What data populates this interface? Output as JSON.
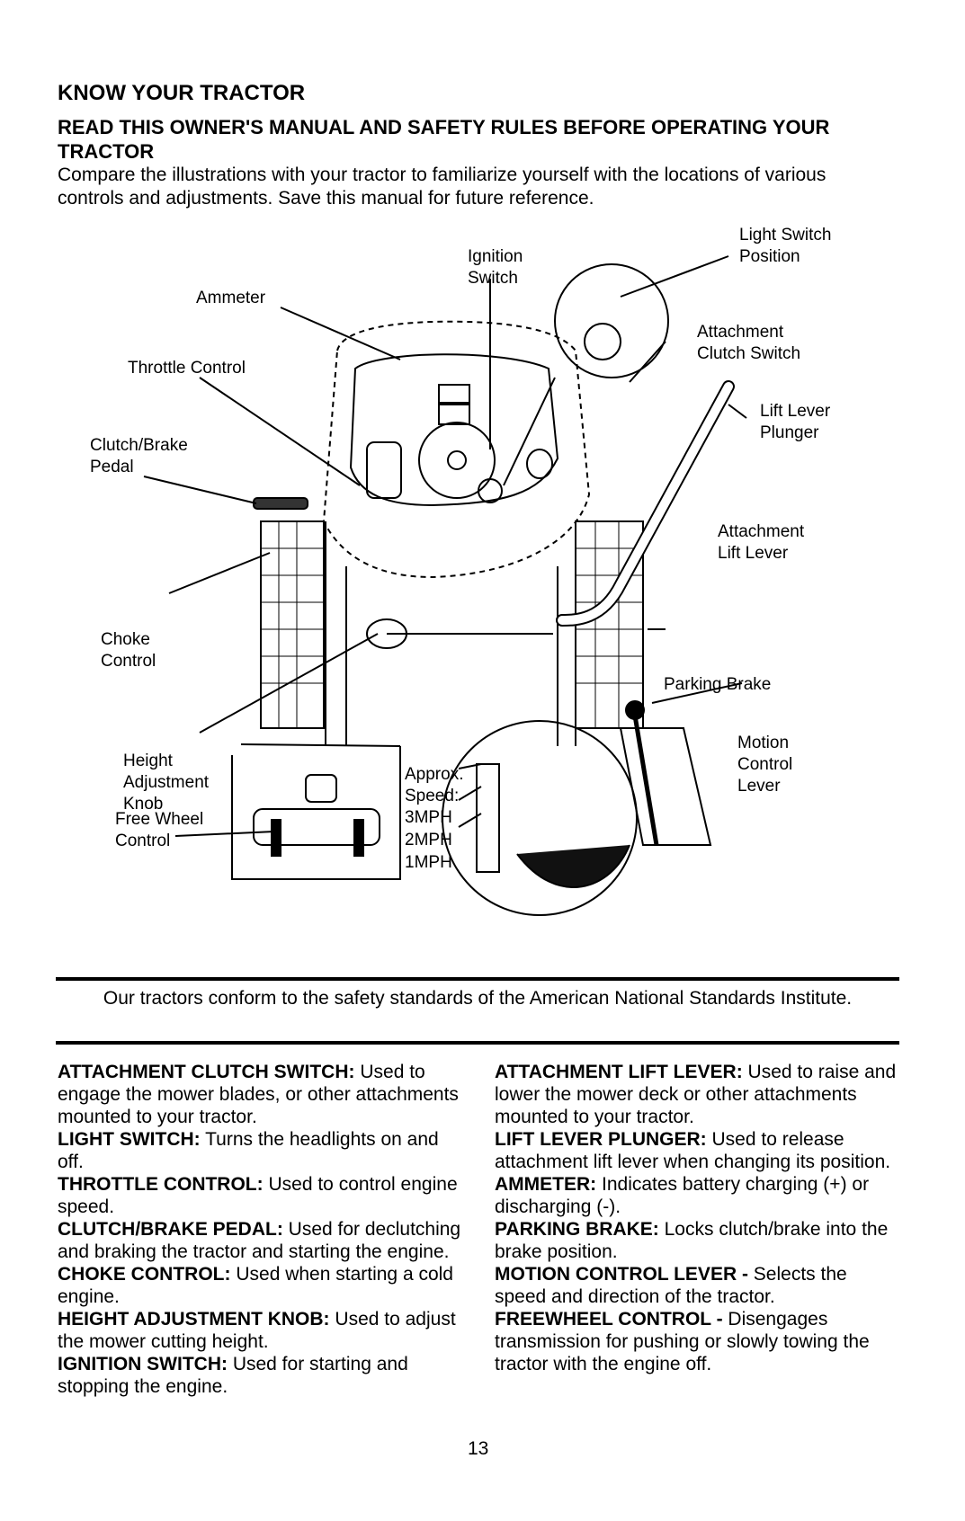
{
  "header": {
    "title": "KNOW YOUR TRACTOR",
    "subtitle": "READ THIS OWNER'S MANUAL AND SAFETY RULES BEFORE OPERATING YOUR TRACTOR",
    "intro": "Compare the illustrations with your tractor to familiarize yourself with the locations of various controls and adjustments. Save this manual for future reference."
  },
  "diagram": {
    "labels": {
      "light_switch": "Light Switch\nPosition",
      "ignition_switch": "Ignition\nSwitch",
      "ammeter": "Ammeter",
      "attachment_clutch_switch": "Attachment\nClutch Switch",
      "throttle_control": "Throttle Control",
      "lift_lever_plunger": "Lift Lever\nPlunger",
      "clutch_brake_pedal": "Clutch/Brake\nPedal",
      "attachment_lift_lever": "Attachment\nLift Lever",
      "choke_control": "Choke\nControl",
      "parking_brake": "Parking Brake",
      "motion_control_lever": "Motion\nControl\nLever",
      "height_adjustment_knob": "Height\nAdjustment\nKnob",
      "free_wheel_control": "Free Wheel\nControl",
      "approx_speed": "Approx.\nSpeed:",
      "speed_3": "3MPH",
      "speed_2": "2MPH",
      "speed_1": "1MPH"
    }
  },
  "note": "Our tractors conform to the safety standards of the American National Standards Institute.",
  "left_column": [
    {
      "term": "ATTACHMENT CLUTCH SWITCH:",
      "desc": "Used to engage the mower blades, or other attachments mounted to your tractor."
    },
    {
      "term": "LIGHT SWITCH:",
      "desc": "Turns the headlights on and off."
    },
    {
      "term": "THROTTLE CONTROL:",
      "desc": "Used to control engine speed."
    },
    {
      "term": "CLUTCH/BRAKE PEDAL:",
      "desc": "Used for declutching and braking the tractor and starting the engine."
    },
    {
      "term": "CHOKE CONTROL:",
      "desc": "Used when starting a cold engine."
    },
    {
      "term": "HEIGHT ADJUSTMENT KNOB:",
      "desc": "Used to adjust the mower cutting height."
    },
    {
      "term": "IGNITION SWITCH:",
      "desc": "Used for starting and stopping the engine."
    }
  ],
  "right_column": [
    {
      "term": "ATTACHMENT LIFT LEVER:",
      "desc": "Used to raise and lower the mower deck or other attachments mounted to your tractor."
    },
    {
      "term": "LIFT LEVER PLUNGER:",
      "desc": "Used to release attachment lift lever when changing its position."
    },
    {
      "term": "AMMETER:",
      "desc": "Indicates battery charging (+) or discharging (-)."
    },
    {
      "term": "PARKING BRAKE:",
      "desc": "Locks clutch/brake into the brake position."
    },
    {
      "term": "MOTION CONTROL LEVER -",
      "desc": "Selects the speed and direction of the tractor."
    },
    {
      "term": "FREEWHEEL CONTROL -",
      "desc": "Disengages transmission for pushing or slowly towing the tractor with the engine off."
    }
  ],
  "page_number": "13"
}
